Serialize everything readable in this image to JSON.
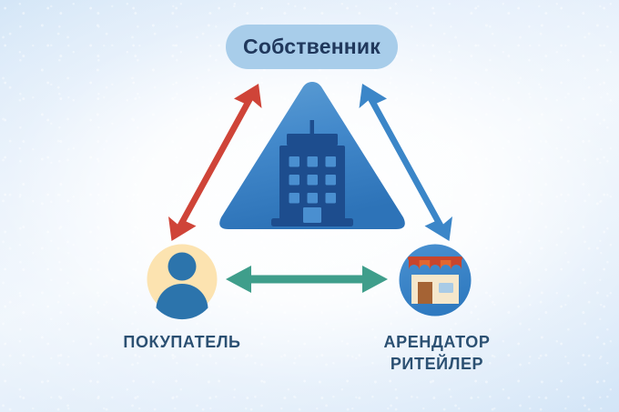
{
  "diagram": {
    "title_node": {
      "label": "Собственник",
      "shape": "pill",
      "fill_color": "#a8cdea",
      "text_color": "#20385c"
    },
    "center_node": {
      "icon": "office-building-icon",
      "shape": "triangle",
      "fill_color": "#3f84c6",
      "icon_color": "#1f4f8f"
    },
    "nodes": [
      {
        "id": "buyer",
        "label": "ПОКУПАТЕЛЬ",
        "icon": "person-avatar-icon",
        "circle_color": "#fce3b0",
        "icon_color": "#2c74ac"
      },
      {
        "id": "retailer",
        "label": "АРЕНДАТОР\nРИТЕЙЛЕР",
        "icon": "storefront-icon",
        "circle_color": "#3b86c8",
        "icon_color": "#f2e3c6"
      }
    ],
    "connectors": [
      {
        "id": "owner-buyer",
        "from": "owner",
        "to": "buyer",
        "color": "#cf4438",
        "style": "double-headed"
      },
      {
        "id": "owner-retailer",
        "from": "owner",
        "to": "retailer",
        "color": "#3b86c8",
        "style": "double-headed"
      },
      {
        "id": "buyer-retailer",
        "from": "buyer",
        "to": "retailer",
        "color": "#3f9e8b",
        "style": "double-headed"
      }
    ],
    "label_text_color": "#2b5072",
    "background_color": "#e3eefb"
  }
}
